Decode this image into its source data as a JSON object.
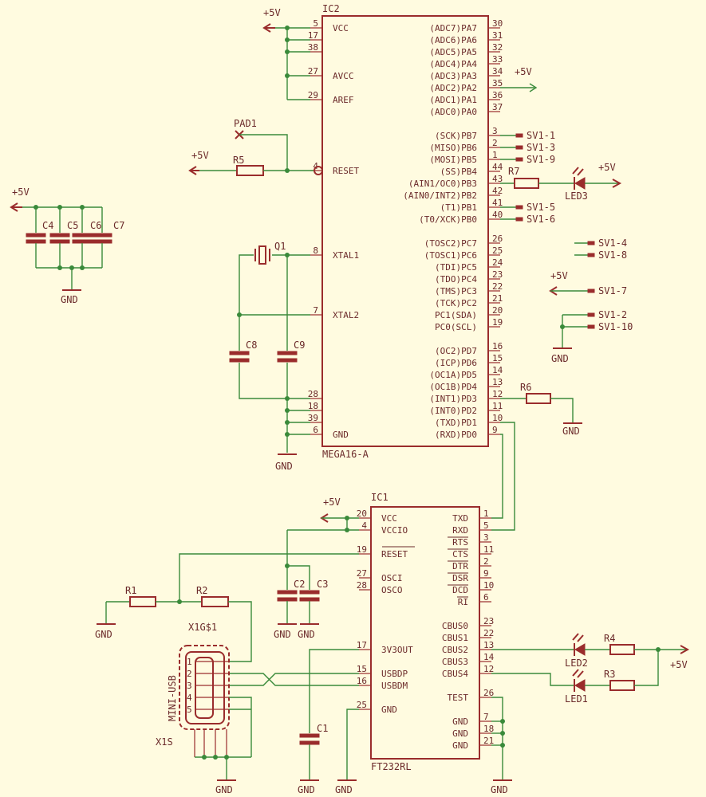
{
  "colors": {
    "background": "#fffbe0",
    "part": "#9a2c2c",
    "wire": "#3a8a3a",
    "text": "#6b2a2a"
  },
  "ic2": {
    "name": "IC2",
    "value": "MEGA16-A",
    "left_pins": [
      {
        "num": "5",
        "name": "VCC"
      },
      {
        "num": "17",
        "name": ""
      },
      {
        "num": "38",
        "name": ""
      },
      {
        "num": "27",
        "name": "AVCC"
      },
      {
        "num": "29",
        "name": "AREF"
      },
      {
        "num": "4",
        "name": "RESET"
      },
      {
        "num": "8",
        "name": "XTAL1"
      },
      {
        "num": "7",
        "name": "XTAL2"
      },
      {
        "num": "28",
        "name": ""
      },
      {
        "num": "18",
        "name": ""
      },
      {
        "num": "39",
        "name": ""
      },
      {
        "num": "6",
        "name": "GND"
      }
    ],
    "right_pins": [
      {
        "num": "30",
        "name": "(ADC7)PA7"
      },
      {
        "num": "31",
        "name": "(ADC6)PA6"
      },
      {
        "num": "32",
        "name": "(ADC5)PA5"
      },
      {
        "num": "33",
        "name": "(ADC4)PA4"
      },
      {
        "num": "34",
        "name": "(ADC3)PA3"
      },
      {
        "num": "35",
        "name": "(ADC2)PA2"
      },
      {
        "num": "36",
        "name": "(ADC1)PA1"
      },
      {
        "num": "37",
        "name": "(ADC0)PA0"
      },
      {
        "num": "3",
        "name": "(SCK)PB7"
      },
      {
        "num": "2",
        "name": "(MISO)PB6"
      },
      {
        "num": "1",
        "name": "(MOSI)PB5"
      },
      {
        "num": "44",
        "name": "(SS)PB4"
      },
      {
        "num": "43",
        "name": "(AIN1/OC0)PB3"
      },
      {
        "num": "42",
        "name": "(AIN0/INT2)PB2"
      },
      {
        "num": "41",
        "name": "(T1)PB1"
      },
      {
        "num": "40",
        "name": "(T0/XCK)PB0"
      },
      {
        "num": "26",
        "name": "(TOSC2)PC7"
      },
      {
        "num": "25",
        "name": "(TOSC1)PC6"
      },
      {
        "num": "24",
        "name": "(TDI)PC5"
      },
      {
        "num": "23",
        "name": "(TDO)PC4"
      },
      {
        "num": "22",
        "name": "(TMS)PC3"
      },
      {
        "num": "21",
        "name": "(TCK)PC2"
      },
      {
        "num": "20",
        "name": "PC1(SDA)"
      },
      {
        "num": "19",
        "name": "PC0(SCL)"
      },
      {
        "num": "16",
        "name": "(OC2)PD7"
      },
      {
        "num": "15",
        "name": "(ICP)PD6"
      },
      {
        "num": "14",
        "name": "(OC1A)PD5"
      },
      {
        "num": "13",
        "name": "(OC1B)PD4"
      },
      {
        "num": "12",
        "name": "(INT1)PD3"
      },
      {
        "num": "11",
        "name": "(INT0)PD2"
      },
      {
        "num": "10",
        "name": "(TXD)PD1"
      },
      {
        "num": "9",
        "name": "(RXD)PD0"
      }
    ]
  },
  "ic1": {
    "name": "IC1",
    "value": "FT232RL",
    "left_pins": [
      {
        "num": "20",
        "name": "VCC"
      },
      {
        "num": "4",
        "name": "VCCIO"
      },
      {
        "num": "19",
        "name": "RESET"
      },
      {
        "num": "27",
        "name": "OSCI"
      },
      {
        "num": "28",
        "name": "OSCO"
      },
      {
        "num": "17",
        "name": "3V3OUT"
      },
      {
        "num": "15",
        "name": "USBDP"
      },
      {
        "num": "16",
        "name": "USBDM"
      },
      {
        "num": "25",
        "name": "GND"
      }
    ],
    "right_pins": [
      {
        "num": "1",
        "name": "TXD"
      },
      {
        "num": "5",
        "name": "RXD"
      },
      {
        "num": "3",
        "name": "RTS"
      },
      {
        "num": "11",
        "name": "CTS"
      },
      {
        "num": "2",
        "name": "DTR"
      },
      {
        "num": "9",
        "name": "DSR"
      },
      {
        "num": "10",
        "name": "DCD"
      },
      {
        "num": "6",
        "name": "RI"
      },
      {
        "num": "23",
        "name": "CBUS0"
      },
      {
        "num": "22",
        "name": "CBUS1"
      },
      {
        "num": "13",
        "name": "CBUS2"
      },
      {
        "num": "14",
        "name": "CBUS3"
      },
      {
        "num": "12",
        "name": "CBUS4"
      },
      {
        "num": "26",
        "name": "TEST"
      },
      {
        "num": "7",
        "name": "GND"
      },
      {
        "num": "18",
        "name": "GND"
      },
      {
        "num": "21",
        "name": "GND"
      }
    ]
  },
  "labels": {
    "v5": "+5V",
    "gnd": "GND",
    "pad1": "PAD1",
    "q1": "Q1",
    "r1": "R1",
    "r2": "R2",
    "r3": "R3",
    "r4": "R4",
    "r5": "R5",
    "r6": "R6",
    "r7": "R7",
    "c1": "C1",
    "c2": "C2",
    "c3": "C3",
    "c4": "C4",
    "c5": "C5",
    "c6": "C6",
    "c7": "C7",
    "c8": "C8",
    "c9": "C9",
    "led1": "LED1",
    "led2": "LED2",
    "led3": "LED3",
    "usb_name": "X1G$1",
    "usb_value": "MINI-USB",
    "usb_shield": "X1S",
    "usb_pins": [
      "1",
      "2",
      "3",
      "4",
      "5"
    ]
  },
  "sv1": [
    "SV1-1",
    "SV1-3",
    "SV1-9",
    "SV1-5",
    "SV1-6",
    "SV1-4",
    "SV1-8",
    "SV1-7",
    "SV1-2",
    "SV1-10"
  ]
}
